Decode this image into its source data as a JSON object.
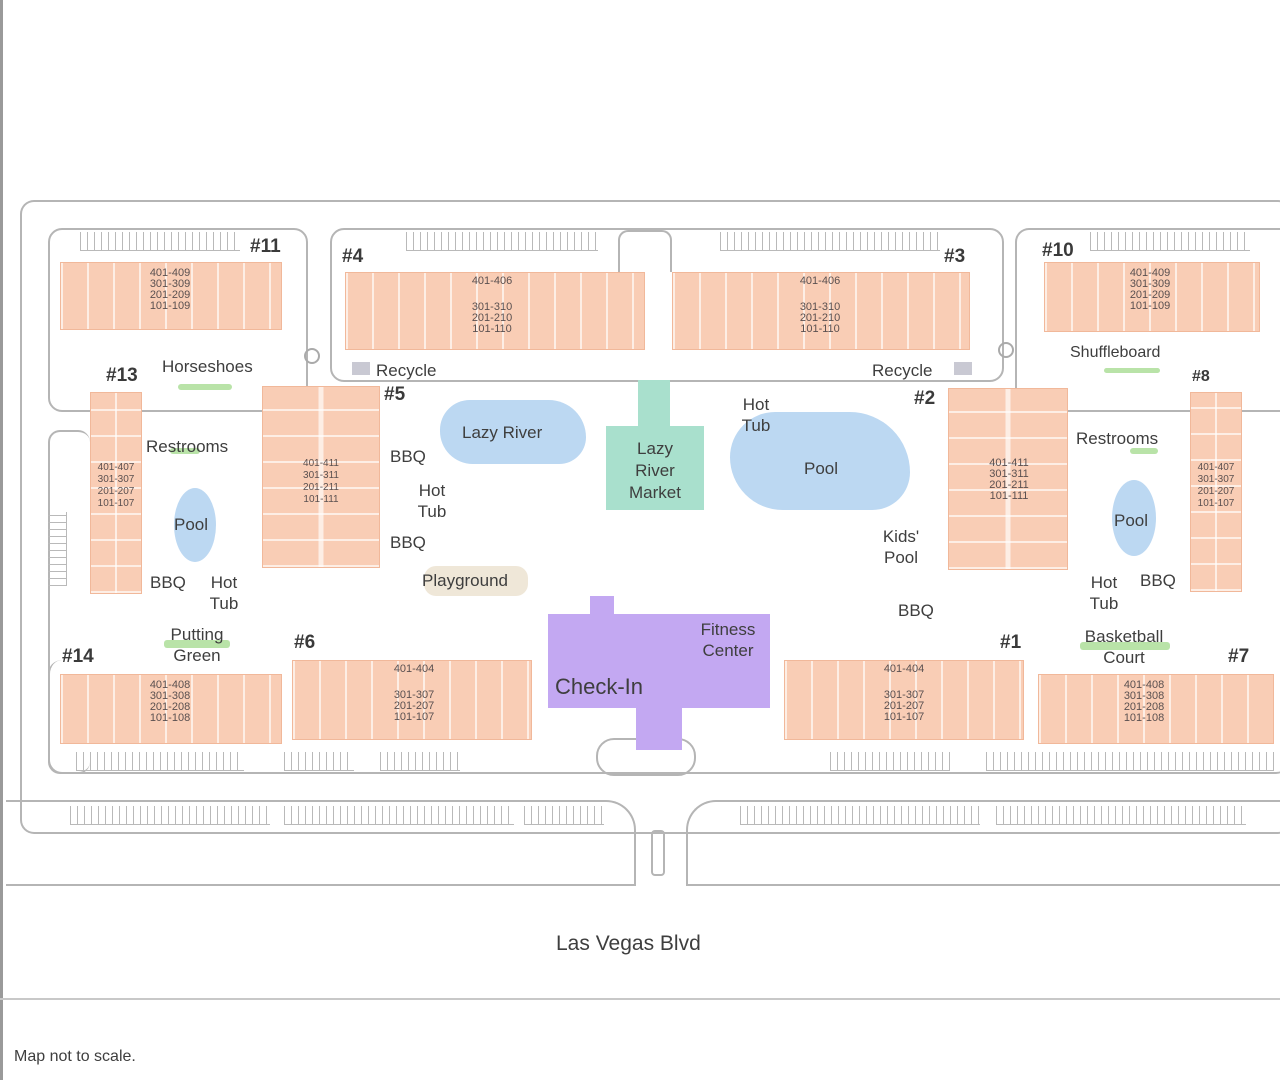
{
  "buildings": {
    "b11": {
      "number": "#11",
      "units": "401-409\n301-309\n201-209\n101-109"
    },
    "b4": {
      "number": "#4",
      "units_top": "401-406",
      "units": "301-310\n201-210\n101-110"
    },
    "b3": {
      "number": "#3",
      "units_top": "401-406",
      "units": "301-310\n201-210\n101-110"
    },
    "b10": {
      "number": "#10",
      "units": "401-409\n301-309\n201-209\n101-109"
    },
    "b13": {
      "number": "#13",
      "units": "401-407\n301-307\n201-207\n101-107"
    },
    "b5": {
      "number": "#5",
      "units": "401-411\n301-311\n201-211\n101-111"
    },
    "b2": {
      "number": "#2",
      "units": "401-411\n301-311\n201-211\n101-111"
    },
    "b8": {
      "number": "#8",
      "units": "401-407\n301-307\n201-207\n101-107"
    },
    "b14": {
      "number": "#14",
      "units": "401-408\n301-308\n201-208\n101-108"
    },
    "b6": {
      "number": "#6",
      "units_top": "401-404",
      "units": "301-307\n201-207\n101-107"
    },
    "b1": {
      "number": "#1",
      "units_top": "401-404",
      "units": "301-307\n201-207\n101-107"
    },
    "b7": {
      "number": "#7",
      "units": "401-408\n301-308\n201-208\n101-108"
    }
  },
  "amenities": {
    "horseshoes": "Horseshoes",
    "recycle_left": "Recycle",
    "recycle_right": "Recycle",
    "shuffleboard": "Shuffleboard",
    "restrooms_left": "Restrooms",
    "restrooms_right": "Restrooms",
    "lazy_river": "Lazy River",
    "lazy_river_market": "Lazy\nRiver\nMarket",
    "hot_tub_center": "Hot\nTub",
    "pool_center": "Pool",
    "bbq_5a": "BBQ",
    "hot_tub_5": "Hot\nTub",
    "bbq_5b": "BBQ",
    "pool_left": "Pool",
    "bbq_left": "BBQ",
    "hot_tub_left": "Hot\nTub",
    "playground": "Playground",
    "kids_pool": "Kids'\nPool",
    "pool_right": "Pool",
    "hot_tub_right": "Hot\nTub",
    "bbq_right": "BBQ",
    "bbq_center_right": "BBQ",
    "putting_green": "Putting\nGreen",
    "fitness_center": "Fitness\nCenter",
    "check_in": "Check-In",
    "basketball_court": "Basketball\nCourt"
  },
  "street": "Las Vegas Blvd",
  "footer": {
    "note": "Map not to scale."
  },
  "colors": {
    "building": "#f9cdb5",
    "water": "#bcd8f2",
    "check_in": "#c3a8f2",
    "market": "#a9e0cd",
    "green": "#b9e3a8",
    "road": "#b5b5b5"
  }
}
